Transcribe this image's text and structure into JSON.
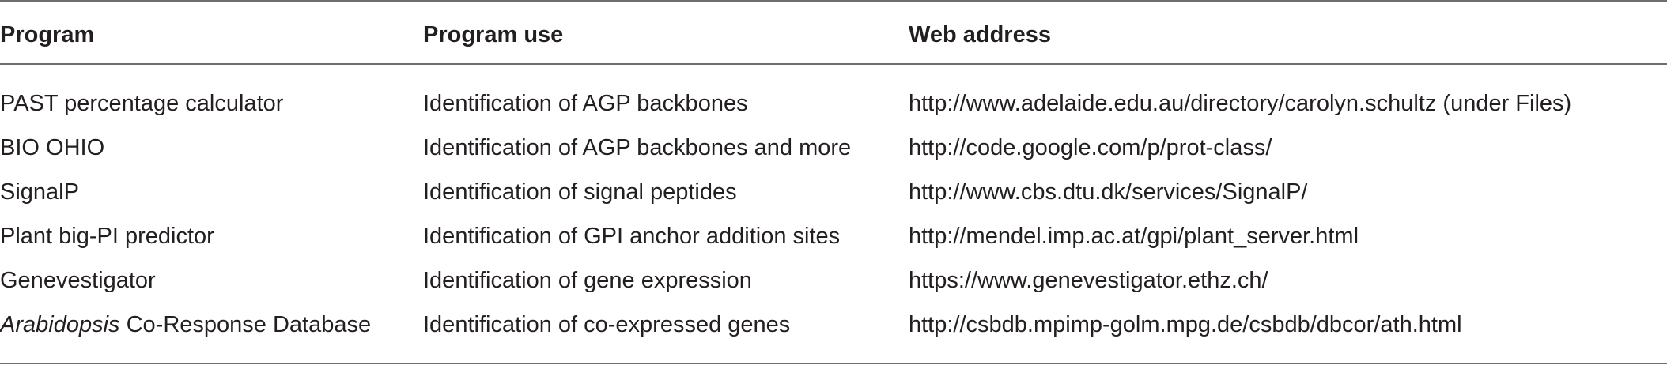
{
  "table": {
    "headers": [
      "Program",
      "Program use",
      "Web address"
    ],
    "rows": [
      {
        "program_italic": "",
        "program": "PAST percentage calculator",
        "use": "Identification of AGP backbones",
        "address": "http://www.adelaide.edu.au/directory/carolyn.schultz (under Files)"
      },
      {
        "program_italic": "",
        "program": "BIO OHIO",
        "use": "Identification of AGP backbones and more",
        "address": "http://code.google.com/p/prot-class/"
      },
      {
        "program_italic": "",
        "program": "SignalP",
        "use": "Identification of signal peptides",
        "address": "http://www.cbs.dtu.dk/services/SignalP/"
      },
      {
        "program_italic": "",
        "program": "Plant big-PI predictor",
        "use": "Identification of GPI anchor addition sites",
        "address": "http://mendel.imp.ac.at/gpi/plant_server.html"
      },
      {
        "program_italic": "",
        "program": "Genevestigator",
        "use": "Identification of gene expression",
        "address": "https://www.genevestigator.ethz.ch/"
      },
      {
        "program_italic": "Arabidopsis",
        "program": " Co-Response Database",
        "use": "Identification of co-expressed genes",
        "address": "http://csbdb.mpimp-golm.mpg.de/csbdb/dbcor/ath.html"
      }
    ]
  }
}
